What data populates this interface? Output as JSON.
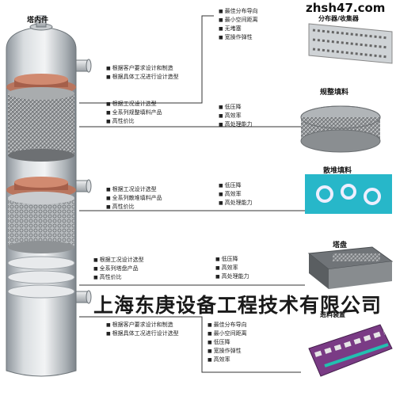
{
  "logo": "zhsh47.com",
  "tower_label": "塔内件",
  "watermark": "上海东庚设备工程技术有限公司",
  "tower_notes": {
    "top": [
      "根据客户要求设计和制造",
      "根据具体工况进行设计造型"
    ],
    "mid1": [
      "根据工况设计选型",
      "全系列规整填料产品",
      "高性价比"
    ],
    "mid2": [
      "根据工况设计选型",
      "全系列散堆填料产品",
      "高性价比"
    ],
    "mid3": [
      "根据工况设计选型",
      "全系列塔盘产品",
      "高性价比"
    ],
    "bottom": [
      "根据客户要求设计和制造",
      "根据具体工况进行设计选型"
    ]
  },
  "products": {
    "distributor": {
      "title": "分布器/收集器",
      "features": [
        "最佳分布导向",
        "最小空间距离",
        "无堵塞",
        "宽操作弹性"
      ]
    },
    "structured": {
      "title": "规整填料",
      "features": [
        "低压降",
        "高效率",
        "高处理能力"
      ]
    },
    "random": {
      "title": "散堆填料",
      "features": [
        "低压降",
        "高效率",
        "高处理能力"
      ]
    },
    "tray": {
      "title": "塔盘",
      "features": [
        "低压降",
        "高效率",
        "高处理能力"
      ]
    },
    "gas_distributor": {
      "title": "进料装置",
      "features": [
        "最佳分布导向",
        "最小空间距离",
        "低压降",
        "宽操作弹性",
        "高效率"
      ]
    }
  }
}
